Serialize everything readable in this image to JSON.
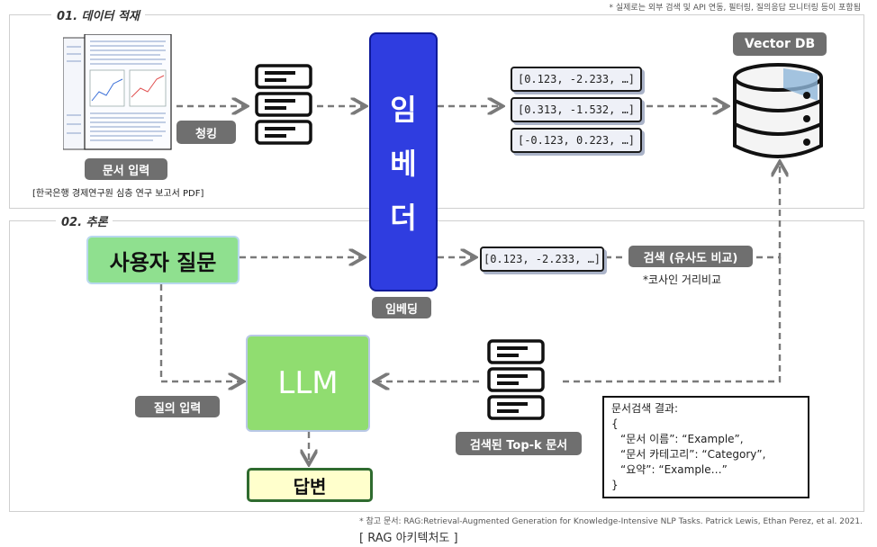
{
  "header_note": "* 실제로는 외부 검색 및 API 연동, 필터링, 질의응답 모니터링 등이 포함됨",
  "sections": {
    "collect_title": "01. 데이터 적재",
    "infer_title": "02. 추론"
  },
  "document": {
    "label": "문서 입력",
    "caption": "[한국은행 경제연구원 심층 연구 보고서 PDF]"
  },
  "chunking_label": "청킹",
  "embedder": {
    "chars": [
      "임",
      "베",
      "더"
    ],
    "embedding_label": "임베딩"
  },
  "vectors": [
    "[0.123, -2.233, …]",
    "[0.313, -1.532, …]",
    "[-0.123, 0.223, …]"
  ],
  "vector_db_label": "Vector DB",
  "query": {
    "label": "사용자 질문",
    "vector": "[0.123, -2.233, …]"
  },
  "search": {
    "label": "검색 (유사도 비교)",
    "note": "*코사인 거리비교"
  },
  "llm_label": "LLM",
  "query_input_label": "질의 입력",
  "topk_label": "검색된 Top-k 문서",
  "answer_label": "답변",
  "result_box": {
    "lines": [
      "문서검색 결과:",
      "{",
      "“문서 이름”: “Example”,",
      "“문서 카테고리”: “Category”,",
      "“요약”: “Example…”",
      "}"
    ]
  },
  "footer": {
    "reference": "* 참고 문서: RAG:Retrieval-Augmented Generation for Knowledge-Intensive NLP Tasks. Patrick Lewis, Ethan Perez, et al. 2021.",
    "caption": "[ RAG 아키텍처도 ]"
  },
  "colors": {
    "embedder": "#2f3de0",
    "green": "#8fe08f",
    "answer": "#ffffcc",
    "pill": "#6f6f6f",
    "arrow": "#7a7a7a"
  }
}
